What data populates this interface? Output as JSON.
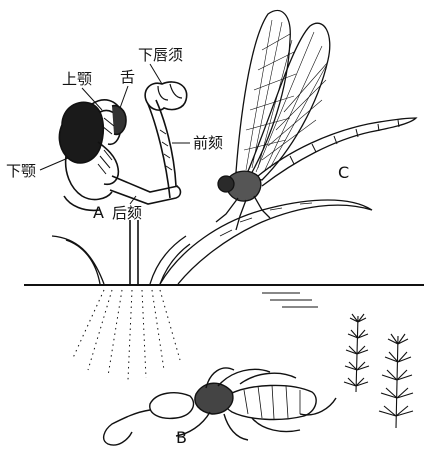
{
  "labels": {
    "upper_jaw": "上颚",
    "tongue": "舌",
    "lower_lip_palp": "下唇须",
    "front_jaw": "前颏",
    "lower_jaw": "下颚",
    "rear_jaw": "后颏",
    "fig_a": "A",
    "fig_b": "B",
    "fig_c": "C"
  }
}
